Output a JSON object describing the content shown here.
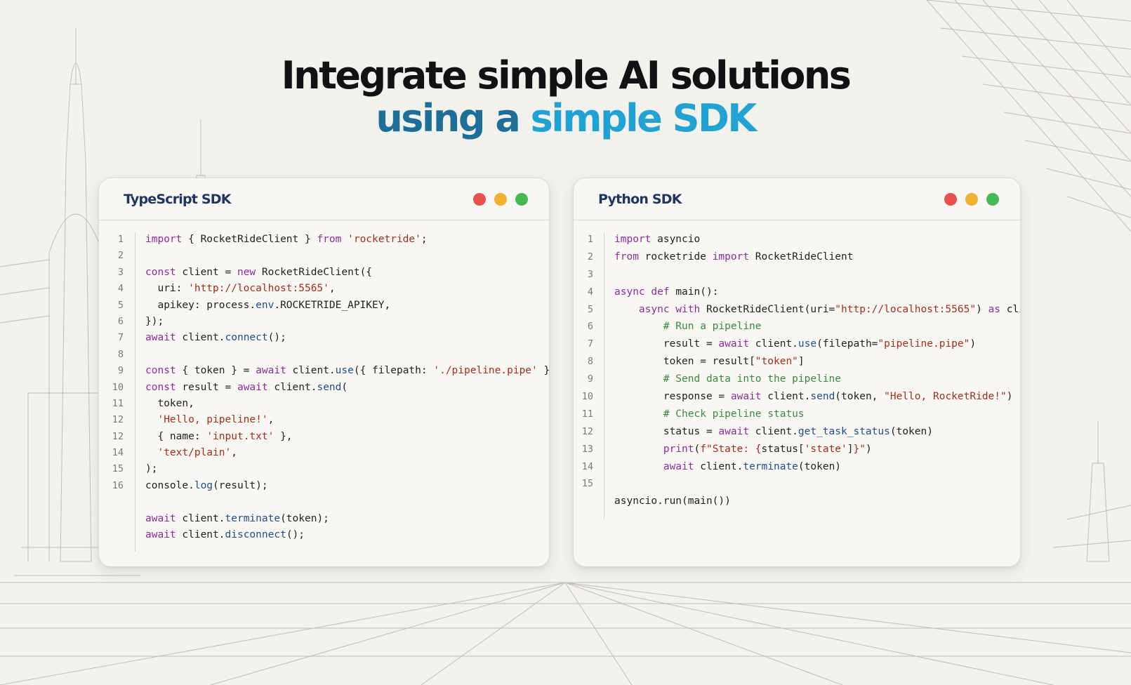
{
  "headline": {
    "line1": "Integrate simple AI solutions",
    "line2_part1": "using a",
    "line2_part2": "simple SDK"
  },
  "colors": {
    "title_dark": "#111214",
    "accent_deep": "#1d6f99",
    "accent_bright": "#1fa2d4",
    "window_title": "#1e3566",
    "keyword": "#8a2f99",
    "string": "#a52d1d",
    "function": "#1f4f86",
    "comment": "#3a8a3e"
  },
  "windows": [
    {
      "id": "ts",
      "title": "TypeScript SDK",
      "controls": [
        "close-dot",
        "minimize-dot",
        "maximize-dot"
      ],
      "lines": [
        {
          "n": "1",
          "tokens": [
            {
              "t": "import",
              "c": "kw"
            },
            {
              "t": " { RocketRideClient } ",
              "c": "plain"
            },
            {
              "t": "from",
              "c": "kw"
            },
            {
              "t": " ",
              "c": "plain"
            },
            {
              "t": "'rocketride'",
              "c": "str"
            },
            {
              "t": ";",
              "c": "plain"
            }
          ]
        },
        {
          "n": "2",
          "tokens": []
        },
        {
          "n": "3",
          "tokens": [
            {
              "t": "const",
              "c": "kw"
            },
            {
              "t": " client = ",
              "c": "plain"
            },
            {
              "t": "new",
              "c": "kw"
            },
            {
              "t": " RocketRideClient({",
              "c": "plain"
            }
          ]
        },
        {
          "n": "4",
          "tokens": [
            {
              "t": "  uri: ",
              "c": "plain"
            },
            {
              "t": "'http://localhost:5565'",
              "c": "str"
            },
            {
              "t": ",",
              "c": "plain"
            }
          ]
        },
        {
          "n": "5",
          "tokens": [
            {
              "t": "  apikey: process.",
              "c": "plain"
            },
            {
              "t": "env",
              "c": "fn"
            },
            {
              "t": ".ROCKETRIDE_APIKEY,",
              "c": "plain"
            }
          ]
        },
        {
          "n": "6",
          "tokens": [
            {
              "t": "});",
              "c": "plain"
            }
          ]
        },
        {
          "n": "7",
          "tokens": [
            {
              "t": "await",
              "c": "kw"
            },
            {
              "t": " client.",
              "c": "plain"
            },
            {
              "t": "connect",
              "c": "fn"
            },
            {
              "t": "();",
              "c": "plain"
            }
          ]
        },
        {
          "n": "8",
          "tokens": []
        },
        {
          "n": "9",
          "tokens": [
            {
              "t": "const",
              "c": "kw"
            },
            {
              "t": " { token } = ",
              "c": "plain"
            },
            {
              "t": "await",
              "c": "kw"
            },
            {
              "t": " client.",
              "c": "plain"
            },
            {
              "t": "use",
              "c": "fn"
            },
            {
              "t": "({ filepath: ",
              "c": "plain"
            },
            {
              "t": "'./pipeline.pipe'",
              "c": "str"
            },
            {
              "t": " });",
              "c": "plain"
            }
          ]
        },
        {
          "n": "10",
          "tokens": [
            {
              "t": "const",
              "c": "kw"
            },
            {
              "t": " result = ",
              "c": "plain"
            },
            {
              "t": "await",
              "c": "kw"
            },
            {
              "t": " client.",
              "c": "plain"
            },
            {
              "t": "send",
              "c": "fn"
            },
            {
              "t": "(",
              "c": "plain"
            }
          ]
        },
        {
          "n": "11",
          "tokens": [
            {
              "t": "  token,",
              "c": "plain"
            }
          ]
        },
        {
          "n": "12",
          "tokens": [
            {
              "t": "  ",
              "c": "plain"
            },
            {
              "t": "'Hello, pipeline!'",
              "c": "str"
            },
            {
              "t": ",",
              "c": "plain"
            }
          ]
        },
        {
          "n": "12",
          "tokens": [
            {
              "t": "  { name: ",
              "c": "plain"
            },
            {
              "t": "'input.txt'",
              "c": "str"
            },
            {
              "t": " },",
              "c": "plain"
            }
          ]
        },
        {
          "n": "14",
          "tokens": [
            {
              "t": "  ",
              "c": "plain"
            },
            {
              "t": "'text/plain'",
              "c": "str"
            },
            {
              "t": ",",
              "c": "plain"
            }
          ]
        },
        {
          "n": "15",
          "tokens": [
            {
              "t": ");",
              "c": "plain"
            }
          ]
        },
        {
          "n": "16",
          "tokens": [
            {
              "t": "console.",
              "c": "plain"
            },
            {
              "t": "log",
              "c": "fn"
            },
            {
              "t": "(result);",
              "c": "plain"
            }
          ]
        },
        {
          "n": "",
          "tokens": []
        },
        {
          "n": "",
          "tokens": [
            {
              "t": "await",
              "c": "kw"
            },
            {
              "t": " client.",
              "c": "plain"
            },
            {
              "t": "terminate",
              "c": "fn"
            },
            {
              "t": "(token);",
              "c": "plain"
            }
          ]
        },
        {
          "n": "",
          "tokens": [
            {
              "t": "await",
              "c": "kw"
            },
            {
              "t": " client.",
              "c": "plain"
            },
            {
              "t": "disconnect",
              "c": "fn"
            },
            {
              "t": "();",
              "c": "plain"
            }
          ]
        }
      ]
    },
    {
      "id": "py",
      "title": "Python SDK",
      "controls": [
        "close-dot",
        "minimize-dot",
        "maximize-dot"
      ],
      "lines": [
        {
          "n": "1",
          "tokens": [
            {
              "t": "import",
              "c": "kw"
            },
            {
              "t": " asyncio",
              "c": "plain"
            }
          ]
        },
        {
          "n": "2",
          "tokens": [
            {
              "t": "from",
              "c": "kw"
            },
            {
              "t": " rocketride ",
              "c": "plain"
            },
            {
              "t": "import",
              "c": "kw"
            },
            {
              "t": " RocketRideClient",
              "c": "plain"
            }
          ]
        },
        {
          "n": "3",
          "tokens": []
        },
        {
          "n": "4",
          "tokens": [
            {
              "t": "async",
              "c": "kw"
            },
            {
              "t": " ",
              "c": "plain"
            },
            {
              "t": "def",
              "c": "kw"
            },
            {
              "t": " main():",
              "c": "plain"
            }
          ]
        },
        {
          "n": "5",
          "tokens": [
            {
              "t": "    ",
              "c": "plain"
            },
            {
              "t": "async",
              "c": "kw"
            },
            {
              "t": " ",
              "c": "plain"
            },
            {
              "t": "with",
              "c": "kw"
            },
            {
              "t": " RocketRideClient(uri=",
              "c": "plain"
            },
            {
              "t": "\"http://localhost:5565\"",
              "c": "str"
            },
            {
              "t": ") ",
              "c": "plain"
            },
            {
              "t": "as",
              "c": "kw"
            },
            {
              "t": " client:",
              "c": "plain"
            }
          ]
        },
        {
          "n": "6",
          "tokens": [
            {
              "t": "        ",
              "c": "plain"
            },
            {
              "t": "# Run a pipeline",
              "c": "cm"
            }
          ]
        },
        {
          "n": "7",
          "tokens": [
            {
              "t": "        result = ",
              "c": "plain"
            },
            {
              "t": "await",
              "c": "kw"
            },
            {
              "t": " client.",
              "c": "plain"
            },
            {
              "t": "use",
              "c": "fn"
            },
            {
              "t": "(filepath=",
              "c": "plain"
            },
            {
              "t": "\"pipeline.pipe\"",
              "c": "str"
            },
            {
              "t": ")",
              "c": "plain"
            }
          ]
        },
        {
          "n": "8",
          "tokens": [
            {
              "t": "        token = result[",
              "c": "plain"
            },
            {
              "t": "\"token\"",
              "c": "str"
            },
            {
              "t": "]",
              "c": "plain"
            }
          ]
        },
        {
          "n": "9",
          "tokens": [
            {
              "t": "        ",
              "c": "plain"
            },
            {
              "t": "# Send data into the pipeline",
              "c": "cm"
            }
          ]
        },
        {
          "n": "10",
          "tokens": [
            {
              "t": "        response = ",
              "c": "plain"
            },
            {
              "t": "await",
              "c": "kw"
            },
            {
              "t": " client.",
              "c": "plain"
            },
            {
              "t": "send",
              "c": "fn"
            },
            {
              "t": "(token, ",
              "c": "plain"
            },
            {
              "t": "\"Hello, RocketRide!\"",
              "c": "str"
            },
            {
              "t": ")",
              "c": "plain"
            }
          ]
        },
        {
          "n": "11",
          "tokens": [
            {
              "t": "        ",
              "c": "plain"
            },
            {
              "t": "# Check pipeline status",
              "c": "cm"
            }
          ]
        },
        {
          "n": "12",
          "tokens": [
            {
              "t": "        status = ",
              "c": "plain"
            },
            {
              "t": "await",
              "c": "kw"
            },
            {
              "t": " client.",
              "c": "plain"
            },
            {
              "t": "get_task_status",
              "c": "fn"
            },
            {
              "t": "(token)",
              "c": "plain"
            }
          ]
        },
        {
          "n": "13",
          "tokens": [
            {
              "t": "        ",
              "c": "plain"
            },
            {
              "t": "print",
              "c": "kw"
            },
            {
              "t": "(",
              "c": "plain"
            },
            {
              "t": "f\"State: {",
              "c": "str"
            },
            {
              "t": "status[",
              "c": "plain"
            },
            {
              "t": "'state'",
              "c": "str"
            },
            {
              "t": "]",
              "c": "plain"
            },
            {
              "t": "}\"",
              "c": "str"
            },
            {
              "t": ")",
              "c": "plain"
            }
          ]
        },
        {
          "n": "14",
          "tokens": [
            {
              "t": "        ",
              "c": "plain"
            },
            {
              "t": "await",
              "c": "kw"
            },
            {
              "t": " client.",
              "c": "plain"
            },
            {
              "t": "terminate",
              "c": "fn"
            },
            {
              "t": "(token)",
              "c": "plain"
            }
          ]
        },
        {
          "n": "15",
          "tokens": []
        },
        {
          "n": "",
          "tokens": [
            {
              "t": "asyncio.run(main())",
              "c": "plain"
            }
          ]
        }
      ]
    }
  ]
}
